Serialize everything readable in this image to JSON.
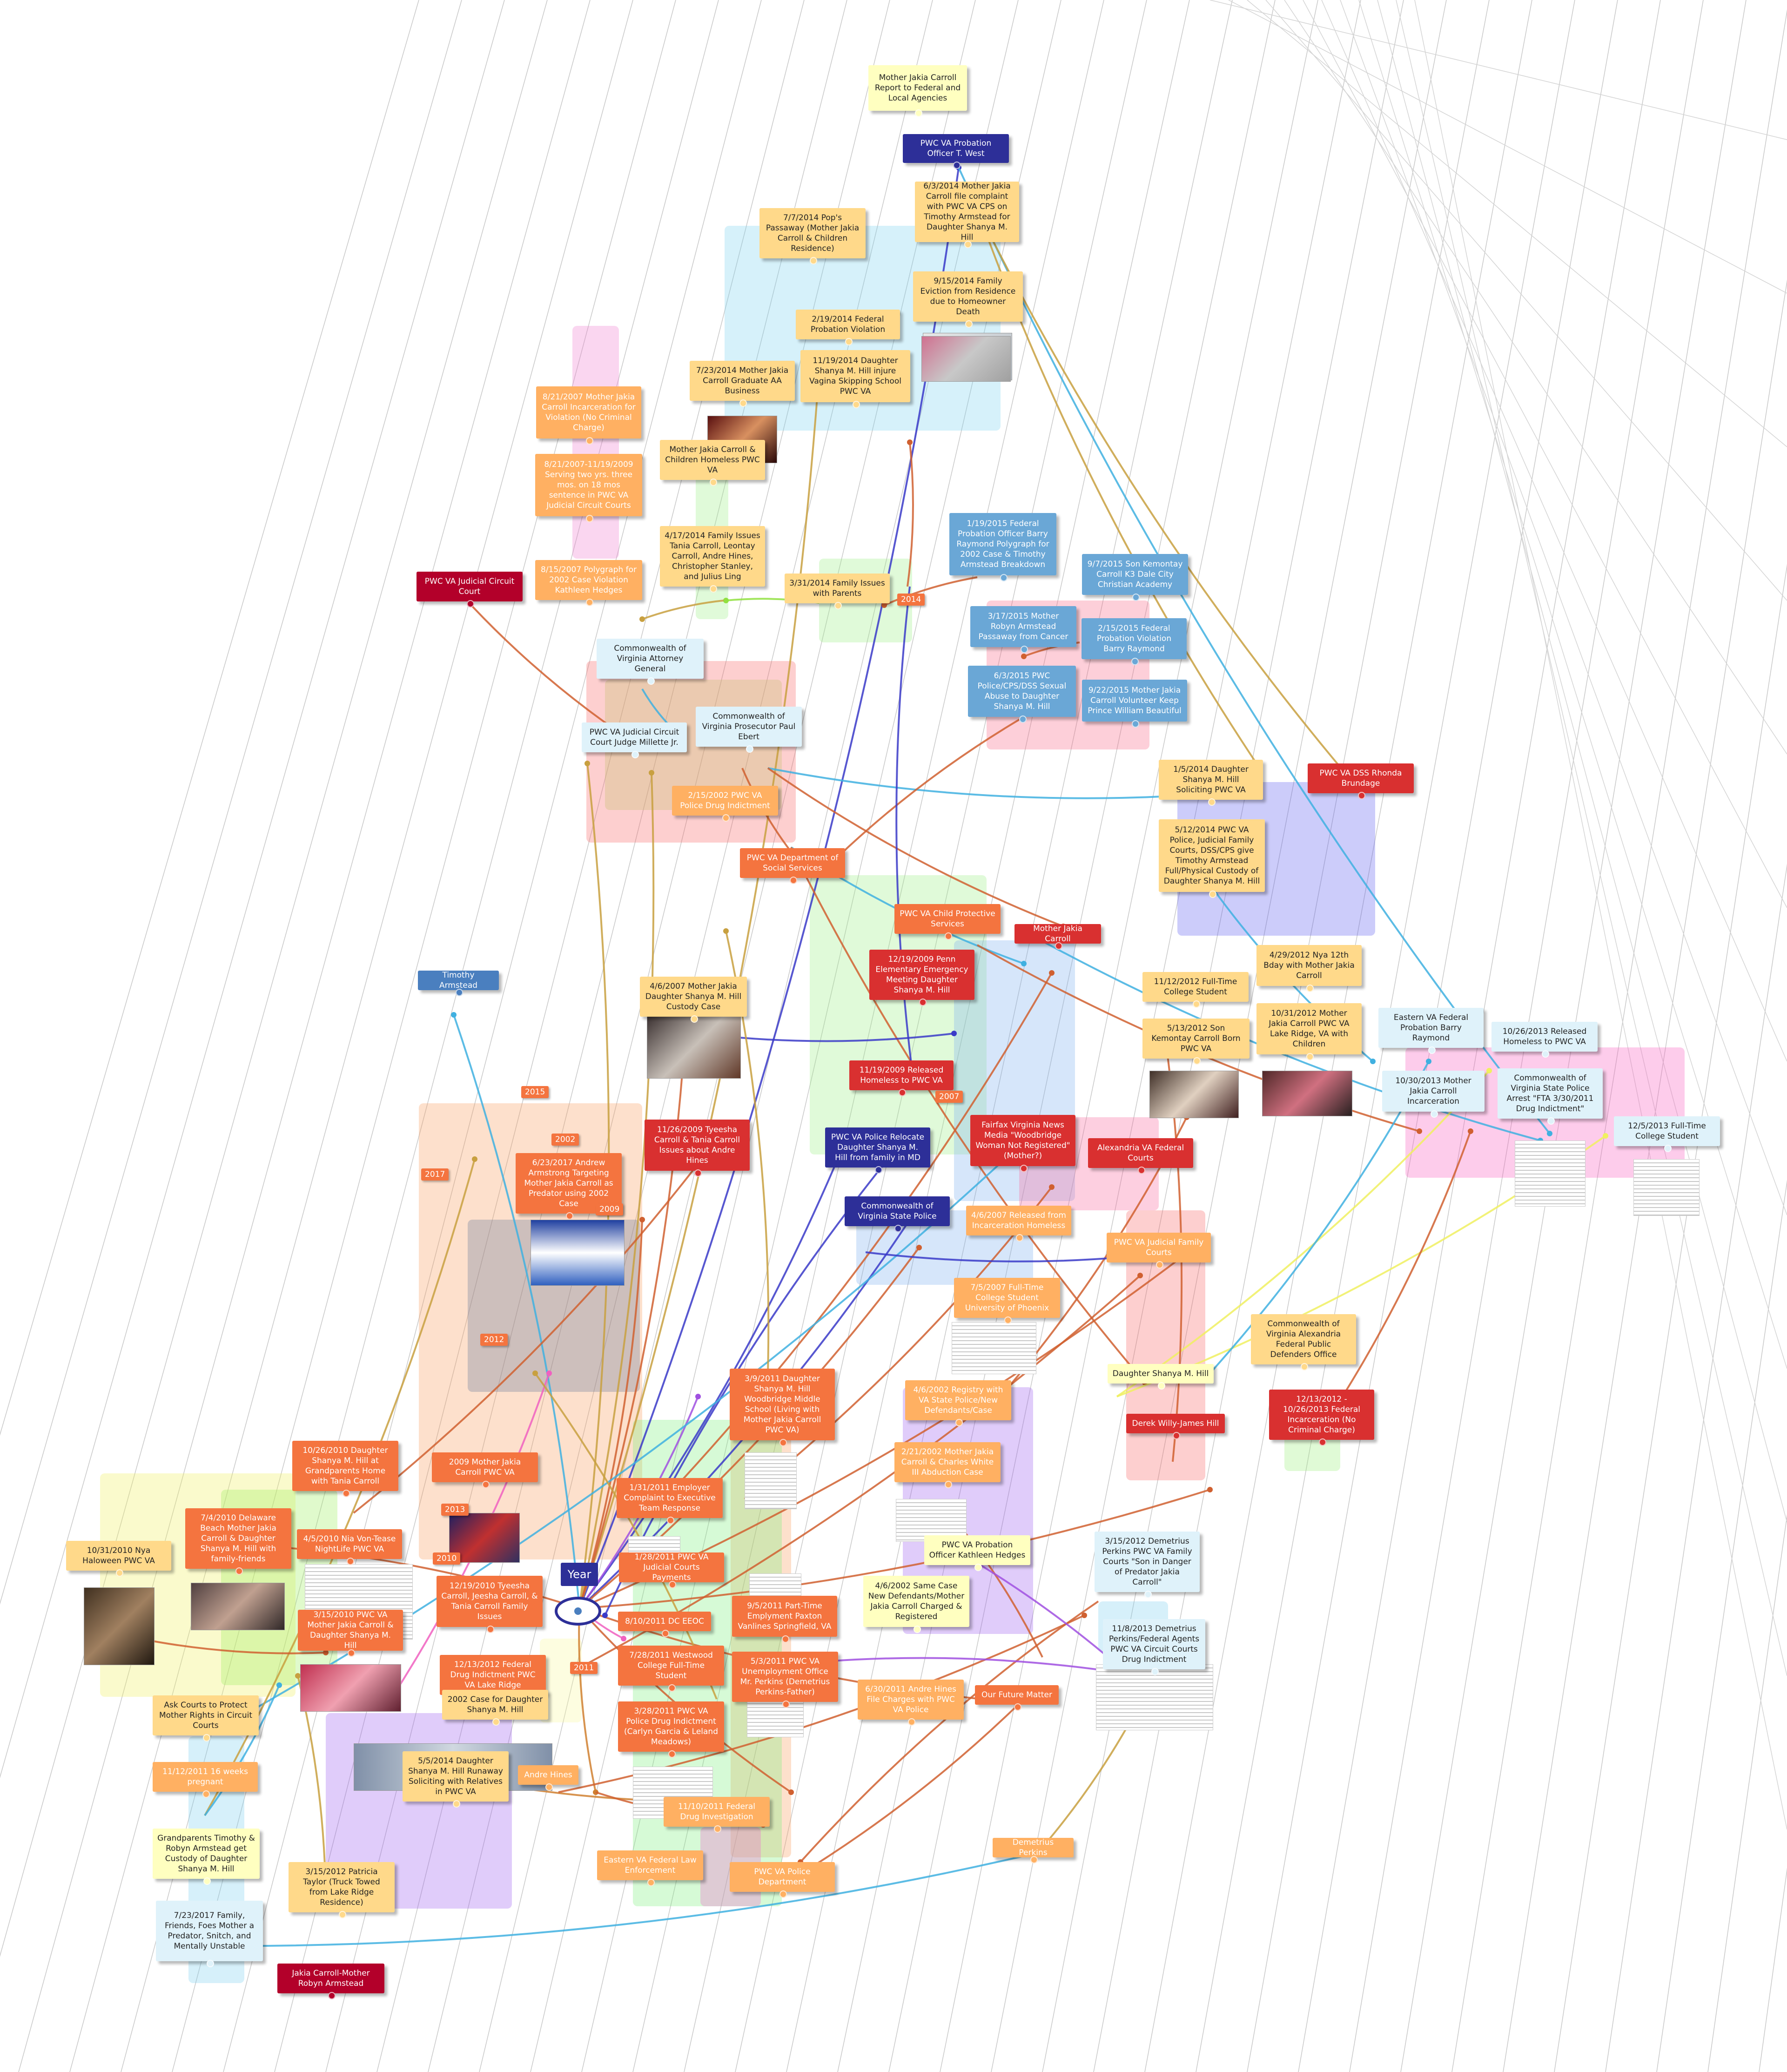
{
  "center": {
    "label": "Year"
  },
  "years": [
    "2014",
    "2015",
    "2002",
    "2017",
    "2009",
    "2007",
    "2012",
    "2013",
    "2010",
    "2011"
  ],
  "nodes": {
    "n001": "Mother Jakia Carroll Report to Federal and Local Agencies",
    "n002": "PWC VA Probation Officer T. West",
    "n003": "6/3/2014 Mother Jakia Carroll file complaint with PWC VA CPS on Timothy Armstead for Daughter Shanya M. Hill",
    "n004": "7/7/2014 Pop's Passaway (Mother Jakia Carroll & Children Residence)",
    "n005": "9/15/2014 Family Eviction from Residence due to Homeowner Death",
    "n006": "2/19/2014 Federal Probation Violation",
    "n007": "11/19/2014 Daughter Shanya M. Hill injure Vagina Skipping School PWC VA",
    "n008": "7/23/2014 Mother Jakia Carroll Graduate AA Business",
    "n009": "8/21/2007 Mother Jakia Carroll Incarceration for Violation (No Criminal Charge)",
    "n010": "8/21/2007-11/19/2009 Serving two yrs. three mos. on 18 mos sentence in PWC VA Judicial Circuit Courts",
    "n011": "Mother Jakia Carroll & Children Homeless PWC VA",
    "n012": "4/17/2014 Family Issues Tania Carroll, Leontay Carroll, Andre Hines, Christopher Stanley, and Julius Ling",
    "n013": "8/15/2007 Polygraph for 2002 Case Violation Kathleen Hedges",
    "n014": "3/31/2014 Family Issues with Parents",
    "n015": "PWC VA Judicial Circuit Court",
    "n016": "1/19/2015 Federal Probation Officer Barry Raymond Polygraph for 2002 Case & Timothy Armstead Breakdown",
    "n017": "9/7/2015 Son Kemontay Carroll K3 Dale City Christian Academy",
    "n018": "3/17/2015 Mother Robyn Armstead Passaway from Cancer",
    "n019": "2/15/2015 Federal Probation Violation Barry Raymond",
    "n020": "Commonwealth of Virginia Attorney General",
    "n021": "6/3/2015 PWC Police/CPS/DSS Sexual Abuse to Daughter Shanya M. Hill",
    "n022": "9/22/2015 Mother Jakia Carroll Volunteer Keep Prince William Beautiful",
    "n023": "Commonwealth of Virginia Prosecutor Paul Ebert",
    "n024": "PWC VA Judicial Circuit Court Judge Millette Jr.",
    "n025": "1/5/2014 Daughter Shanya M. Hill Soliciting PWC VA",
    "n026": "PWC VA DSS Rhonda Brundage",
    "n027": "2/15/2002 PWC VA Police Drug Indictment",
    "n028": "5/12/2014 PWC VA Police, Judicial Family Courts, DSS/CPS give Timothy Armstead Full/Physical Custody of Daughter Shanya M. Hill",
    "n029": "PWC VA Department of Social Services",
    "n030": "PWC VA Child Protective Services",
    "n031": "Mother Jakia Carroll",
    "n032": "12/19/2009 Penn Elementary Emergency Meeting Daughter Shanya M. Hill",
    "n033": "4/29/2012 Nya 12th Bday with Mother Jakia Carroll",
    "n034": "Timothy Armstead",
    "n035": "11/12/2012 Full-Time College Student",
    "n036": "4/6/2007 Mother Jakia Daughter Shanya M. Hill Custody Case",
    "n037": "10/31/2012 Mother Jakia Carroll PWC VA Lake Ridge, VA with Children",
    "n038": "5/13/2012 Son Kemontay Carroll Born PWC VA",
    "n039": "Eastern VA Federal Probation Barry Raymond",
    "n040": "10/26/2013 Released Homeless to PWC VA",
    "n041": "11/19/2009 Released Homeless to PWC VA",
    "n042": "10/30/2013 Mother Jakia Carroll Incarceration",
    "n043": "Commonwealth of Virginia State Police Arrest \"FTA 3/30/2011 Drug Indictment\"",
    "n044": "12/5/2013 Full-Time College Student",
    "n045": "11/26/2009 Tyeesha Carroll & Tania Carroll Issues about Andre Hines",
    "n046": "PWC VA Police Relocate Daughter Shanya M. Hill from family in MD",
    "n047": "Fairfax Virginia News Media \"Woodbridge Woman Not Registered\" (Mother?)",
    "n048": "Alexandria VA Federal Courts",
    "n049": "6/23/2017 Andrew Armstrong Targeting Mother Jakia Carroll as Predator using 2002 Case",
    "n050": "Commonwealth of Virginia State Police",
    "n051": "4/6/2007 Released from Incarceration Homeless",
    "n052": "PWC VA Judicial Family Courts",
    "n053": "7/5/2007 Full-Time College Student University of Phoenix",
    "n054": "Commonwealth of Virginia Alexandria Federal Public Defenders Office",
    "n055": "3/9/2011 Daughter Shanya M. Hill Woodbridge Middle School (Living with Mother Jakia Carroll PWC VA)",
    "n056": "4/6/2002 Registry with VA State Police/New Defendants/Case",
    "n057": "Daughter Shanya M. Hill",
    "n058": "12/13/2012 - 10/26/2013 Federal Incarceration (No Criminal Charge)",
    "n059": "Derek Willy-James Hill",
    "n060": "10/26/2010 Daughter Shanya M. Hill at Grandparents Home with Tania Carroll",
    "n061": "2009 Mother Jakia Carroll PWC VA",
    "n062": "2/21/2002 Mother Jakia Carroll & Charles White III Abduction Case",
    "n063": "1/31/2011 Employer Complaint to Executive Team Response",
    "n064": "7/4/2010 Delaware Beach Mother Jakia Carroll & Daughter Shanya M. Hill with family-friends",
    "n065": "4/5/2010 Nia Von-Tease NightLife PWC VA",
    "n066": "PWC VA Probation Officer Kathleen Hedges",
    "n067": "3/15/2012 Demetrius Perkins PWC VA Family Courts \"Son in Danger of Predator Jakia Carroll\"",
    "n068": "10/31/2010 Nya Haloween PWC VA",
    "n069": "1/28/2011 PWC VA Judicial Courts Payments",
    "n070": "12/19/2010 Tyeesha Carroll, Jeesha Carroll, & Tania Carroll Family Issues",
    "n071": "4/6/2002 Same Case New Defendants/Mother Jakia Carroll Charged & Registered",
    "n072": "9/5/2011 Part-Time Emplyment Paxton Vanlines Springfield, VA",
    "n073": "3/15/2010 PWC VA Mother Jakia Carroll & Daughter Shanya M. Hill",
    "n074": "8/10/2011 DC EEOC",
    "n075": "11/8/2013 Demetrius Perkins/Federal Agents PWC VA Circuit Courts Drug Indictment",
    "n076": "12/13/2012 Federal Drug Indictment PWC VA Lake Ridge",
    "n077": "7/28/2011 Westwood College Full-Time Student",
    "n078": "5/3/2011 PWC VA Unemployment Office Mr. Perkins (Demetrius Perkins-Father)",
    "n079": "Ask Courts to Protect Mother Rights in Circuit Courts",
    "n080": "2002 Case for Daughter Shanya M. Hill",
    "n081": "6/30/2011 Andre Hines File Charges with PWC VA Police",
    "n082": "Our Future Matter",
    "n083": "3/28/2011 PWC VA Police Drug Indictment (Carlyn Garcia & Leland Meadows)",
    "n084": "11/12/2011 16 weeks pregnant",
    "n085": "5/5/2014 Daughter Shanya M. Hill Runaway Soliciting with Relatives in PWC VA",
    "n086": "Andre Hines",
    "n087": "11/10/2011 Federal Drug Investigation",
    "n088": "Grandparents Timothy & Robyn Armstead get Custody of Daughter Shanya M. Hill",
    "n089": "Eastern VA Federal Law Enforcement",
    "n090": "Demetrius Perkins",
    "n091": "3/15/2012 Patricia Taylor (Truck Towed from Lake Ridge Residence)",
    "n092": "PWC VA Police Department",
    "n093": "7/23/2017 Family, Friends, Foes Mother a Predator, Snitch, and Mentally Unstable",
    "n094": "Jakia Carroll-Mother Robyn Armstead"
  }
}
